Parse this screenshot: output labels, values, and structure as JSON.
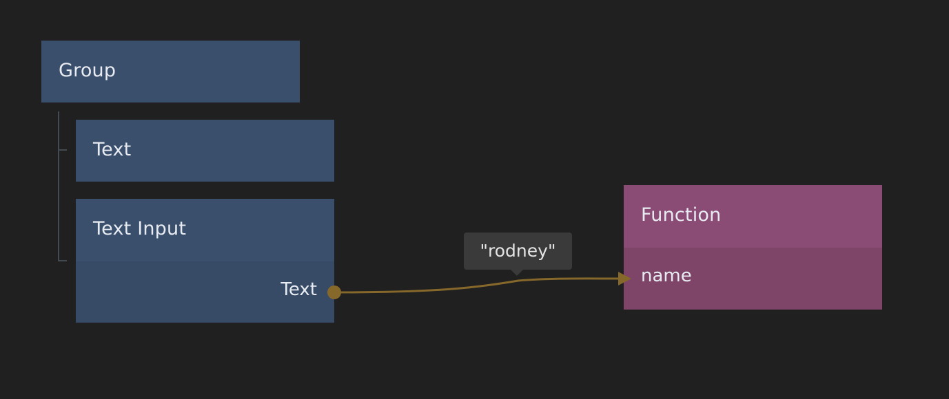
{
  "canvas": {
    "nodes": {
      "group": {
        "title": "Group"
      },
      "text": {
        "title": "Text"
      },
      "text_input": {
        "title": "Text Input",
        "output_port": "Text"
      },
      "function": {
        "title": "Function",
        "input_port": "name"
      }
    },
    "connection": {
      "value_tooltip": "\"rodney\""
    }
  },
  "colors": {
    "background": "#202020",
    "visual_node": "#3a4f6c",
    "visual_node_ports": "#384b66",
    "function_node": "#8a4c74",
    "function_node_ports": "#7e4568",
    "connection": "#86682b",
    "tooltip_bg": "#3a3a3a",
    "hierarchy_line": "#444a52"
  }
}
